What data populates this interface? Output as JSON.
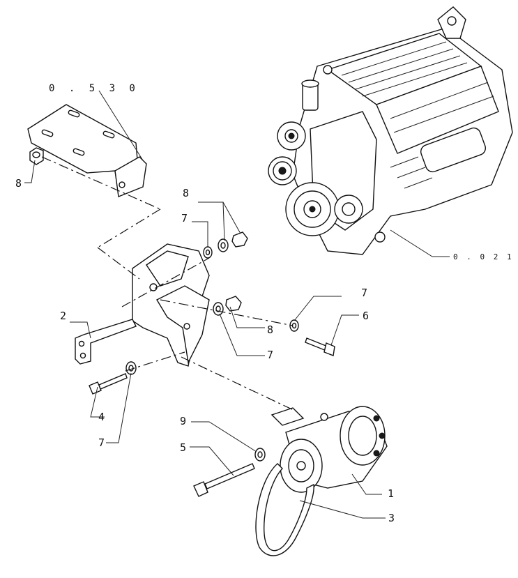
{
  "references": {
    "ref_bracket": "0 . 5 3 0",
    "ref_engine": "0 . 0 2 1"
  },
  "callouts": {
    "c8_top": "8",
    "c8_mid": "8",
    "c8_low": "8",
    "c7_a": "7",
    "c7_b": "7",
    "c7_c": "7",
    "c7_d": "7",
    "c2": "2",
    "c6": "6",
    "c4": "4",
    "c9": "9",
    "c5": "5",
    "c1": "1",
    "c3": "3"
  }
}
